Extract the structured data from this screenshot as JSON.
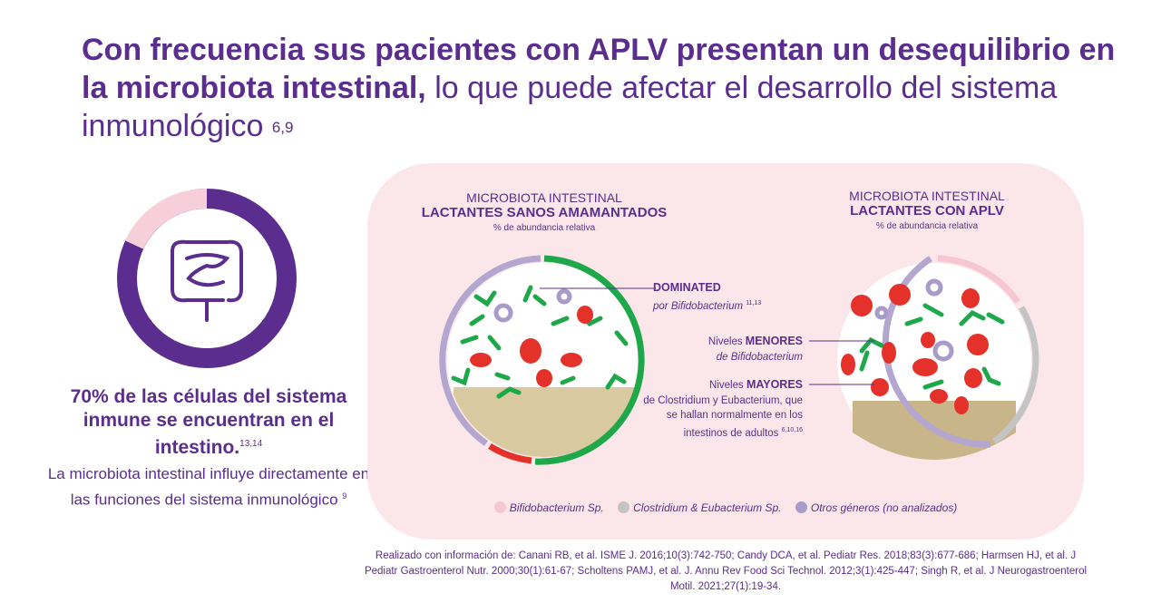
{
  "title": {
    "bold": "Con frecuencia sus pacientes con APLV presentan un desequilibrio en la microbiota intestinal,",
    "light": " lo que puede afectar el desarrollo del sistema inmunológico",
    "refs": "6,9"
  },
  "left": {
    "stat": "70% de las células del sistema inmune se encuentran en el intestino.",
    "stat_refs": "13,14",
    "desc": "La microbiota intestinal influye directamente en las funciones del sistema inmunológico",
    "desc_refs": "9"
  },
  "healthy": {
    "line1": "MICROBIOTA INTESTINAL",
    "line2": "LACTANTES SANOS AMAMANTADOS",
    "line3": "% de abundancia relativa"
  },
  "aplv": {
    "line1": "MICROBIOTA INTESTINAL",
    "line2": "LACTANTES CON APLV",
    "line3": "% de abundancia relativa"
  },
  "annotations": {
    "dominated_bold": "DOMINATED",
    "dominated_italic": "por Bifidobacterium",
    "dominated_refs": "11,13",
    "menores_pre": "Niveles ",
    "menores_bold": "MENORES",
    "menores_italic": "de Bifidobacterium",
    "mayores_pre": "Niveles ",
    "mayores_bold": "MAYORES",
    "mayores_text": "de Clostridium y Eubacterium, que se hallan normalmente en los intestinos de adultos",
    "mayores_refs": "6,10,16"
  },
  "legend": [
    {
      "label": "Bifidobacterium Sp.",
      "color": "#f6c6d3"
    },
    {
      "label": "Clostridium & Eubacterium Sp.",
      "color": "#c4c4c4"
    },
    {
      "label": "Otros géneros (no analizados)",
      "color": "#a99bc9"
    }
  ],
  "references": "Realizado con información de: Canani RB, et al. ISME J. 2016;10(3):742-750; Candy DCA, et al. Pediatr Res. 2018;83(3):677-686; Harmsen HJ, et al. J Pediatr Gastroenterol Nutr. 2000;30(1):61-67; Scholtens PAMJ, et al. J. Annu Rev Food Sci Technol. 2012;3(1):425-447; Singh R, et al. J Neurogastroenterol Motil. 2021;27(1):19-34."
}
